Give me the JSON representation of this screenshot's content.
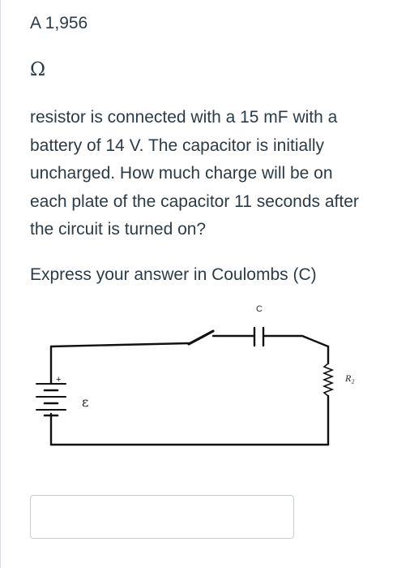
{
  "question": {
    "value_line": "A 1,956",
    "unit_symbol": "Ω",
    "paragraph_lines": [
      "resistor is connected with a 15 mF with a",
      "battery of 14 V.  The capacitor is initially",
      "uncharged. How much charge will be on",
      "each plate of the capacitor 11 seconds after",
      "the circuit is turned on?"
    ],
    "instruction": "Express your answer in Coulombs (C)"
  },
  "circuit": {
    "capacitor_label": "C",
    "resistor_label": "R₂",
    "battery_label": "ε"
  },
  "answer": {
    "value": "",
    "placeholder": ""
  }
}
